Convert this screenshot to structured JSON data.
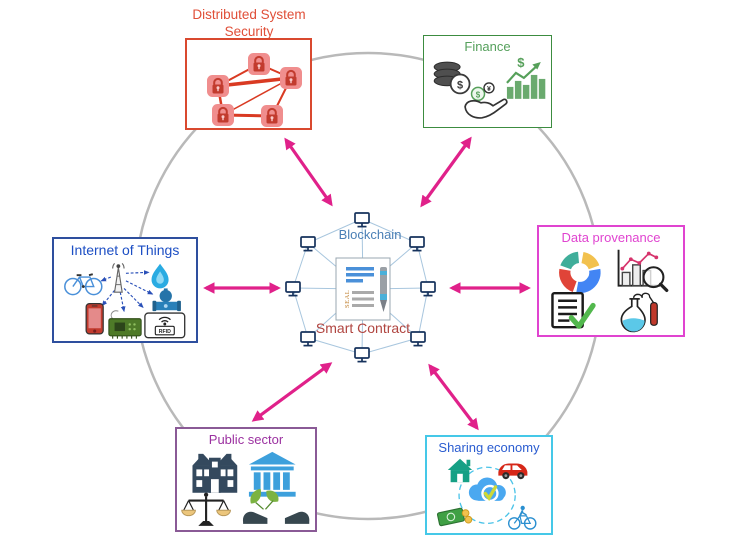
{
  "boxes": {
    "dss": {
      "title": "Distributed System Security"
    },
    "finance": {
      "title": "Finance",
      "coin_symbol": "$",
      "chart_symbol": "$",
      "coin_small_1": "$",
      "coin_small_2": "¥"
    },
    "iot": {
      "title": "Internet of Things",
      "rfid_label": "RFID"
    },
    "data_provenance": {
      "title": "Data provenance"
    },
    "public_sector": {
      "title": "Public sector"
    },
    "sharing_economy": {
      "title": "Sharing economy"
    }
  },
  "center": {
    "blockchain_label": "Blockchain",
    "smart_contract_label": "Smart Contract",
    "contract_tag": "SEAL"
  },
  "colors": {
    "arrow_pink": "#e0218a",
    "circle_gray": "#b9b9b9",
    "network_line_blue": "#a8c6de",
    "dss_accent": "#d9492f",
    "finance_accent": "#3c8c40",
    "iot_accent": "#2e4f9e",
    "data_provenance_accent": "#e044d0",
    "public_sector_accent": "#9b30a0",
    "sharing_economy_accent": "#45c8e8",
    "blockchain_text": "#4a7fb5",
    "smart_contract_text": "#b04540"
  },
  "icons": {
    "dss": [
      "padlock-network-icon"
    ],
    "finance": [
      "coin-stack-icon",
      "growth-chart-icon",
      "hand-coins-icon"
    ],
    "iot": [
      "antenna-icon",
      "bicycle-icon",
      "gas-flame-icon",
      "water-valve-icon",
      "smartphone-icon",
      "circuit-board-icon",
      "rfid-reader-icon"
    ],
    "data_provenance": [
      "donut-chart-icon",
      "chart-magnifier-icon",
      "document-check-icon",
      "lab-flask-icon"
    ],
    "public_sector": [
      "school-building-icon",
      "bank-columns-icon",
      "justice-scales-icon",
      "hands-plant-icon"
    ],
    "sharing_economy": [
      "house-icon",
      "car-icon",
      "cloud-check-icon",
      "cash-icon",
      "cyclist-icon"
    ],
    "center": [
      "computer-node-icon",
      "contract-document-icon",
      "pen-icon"
    ]
  }
}
